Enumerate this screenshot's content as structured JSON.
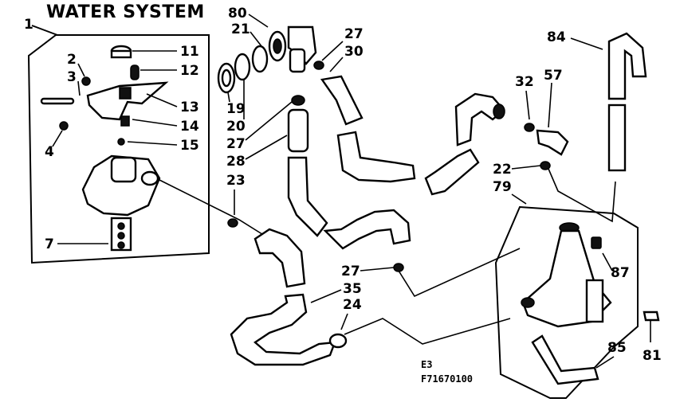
{
  "title": "WATER SYSTEM",
  "figure_code": "E3",
  "figure_number": "F71670100",
  "callouts": {
    "c1": "1",
    "c2": "2",
    "c3": "3",
    "c4": "4",
    "c7": "7",
    "c11": "11",
    "c12": "12",
    "c13": "13",
    "c14": "14",
    "c15": "15",
    "c19": "19",
    "c20": "20",
    "c21": "21",
    "c22": "22",
    "c23": "23",
    "c24": "24",
    "c27a": "27",
    "c27b": "27",
    "c27c": "27",
    "c28": "28",
    "c30": "30",
    "c32": "32",
    "c35": "35",
    "c57": "57",
    "c79": "79",
    "c80": "80",
    "c81": "81",
    "c84": "84",
    "c85": "85",
    "c87": "87"
  }
}
